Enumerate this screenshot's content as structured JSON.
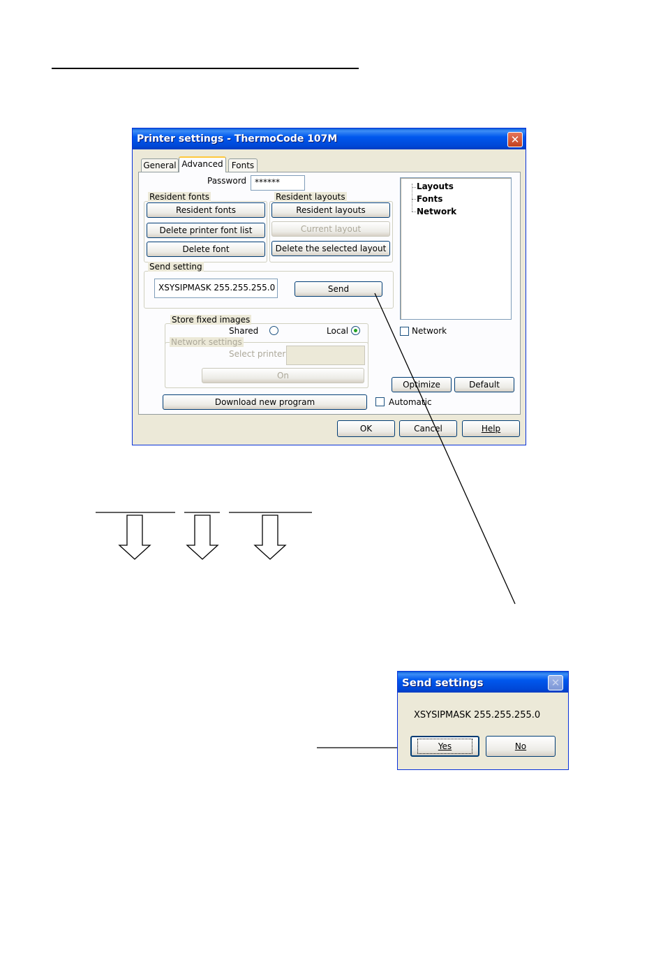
{
  "main_dialog": {
    "title": "Printer settings - ThermoCode 107M",
    "close_glyph": "✕",
    "tabs": [
      "General",
      "Advanced",
      "Fonts"
    ],
    "password": {
      "label": "Password",
      "value": "******"
    },
    "resident_fonts": {
      "title": "Resident fonts",
      "buttons": [
        "Resident fonts",
        "Delete printer font list",
        "Delete font"
      ]
    },
    "resident_layouts": {
      "title": "Resident layouts",
      "buttons": [
        "Resident layouts",
        "Current layout",
        "Delete the selected layout"
      ]
    },
    "send_setting": {
      "title": "Send setting",
      "command_value": "XSYSIPMASK 255.255.255.0",
      "send_label": "Send"
    },
    "tree": [
      "Layouts",
      "Fonts",
      "Network"
    ],
    "network_checkbox": "Network",
    "store_fixed_images": {
      "title": "Store fixed images",
      "shared_label": "Shared",
      "local_label": "Local",
      "network_settings": "Network settings",
      "select_printer": "Select printer",
      "on_label": "On"
    },
    "optimize_label": "Optimize",
    "default_label": "Default",
    "download_label": "Download new program",
    "automatic_label": "Automatic",
    "ok_label": "OK",
    "cancel_label": "Cancel",
    "help_label": "Help"
  },
  "send_dialog": {
    "title": "Send settings",
    "message": "XSYSIPMASK 255.255.255.0",
    "yes_label": "Yes",
    "no_label": "No"
  },
  "icons": {
    "close": "close-icon",
    "arrows": "down-arrow-icon"
  },
  "colors": {
    "titlebar": "#0058ee",
    "dialog_bg": "#ece9d8",
    "close_button": "#c2401f"
  }
}
